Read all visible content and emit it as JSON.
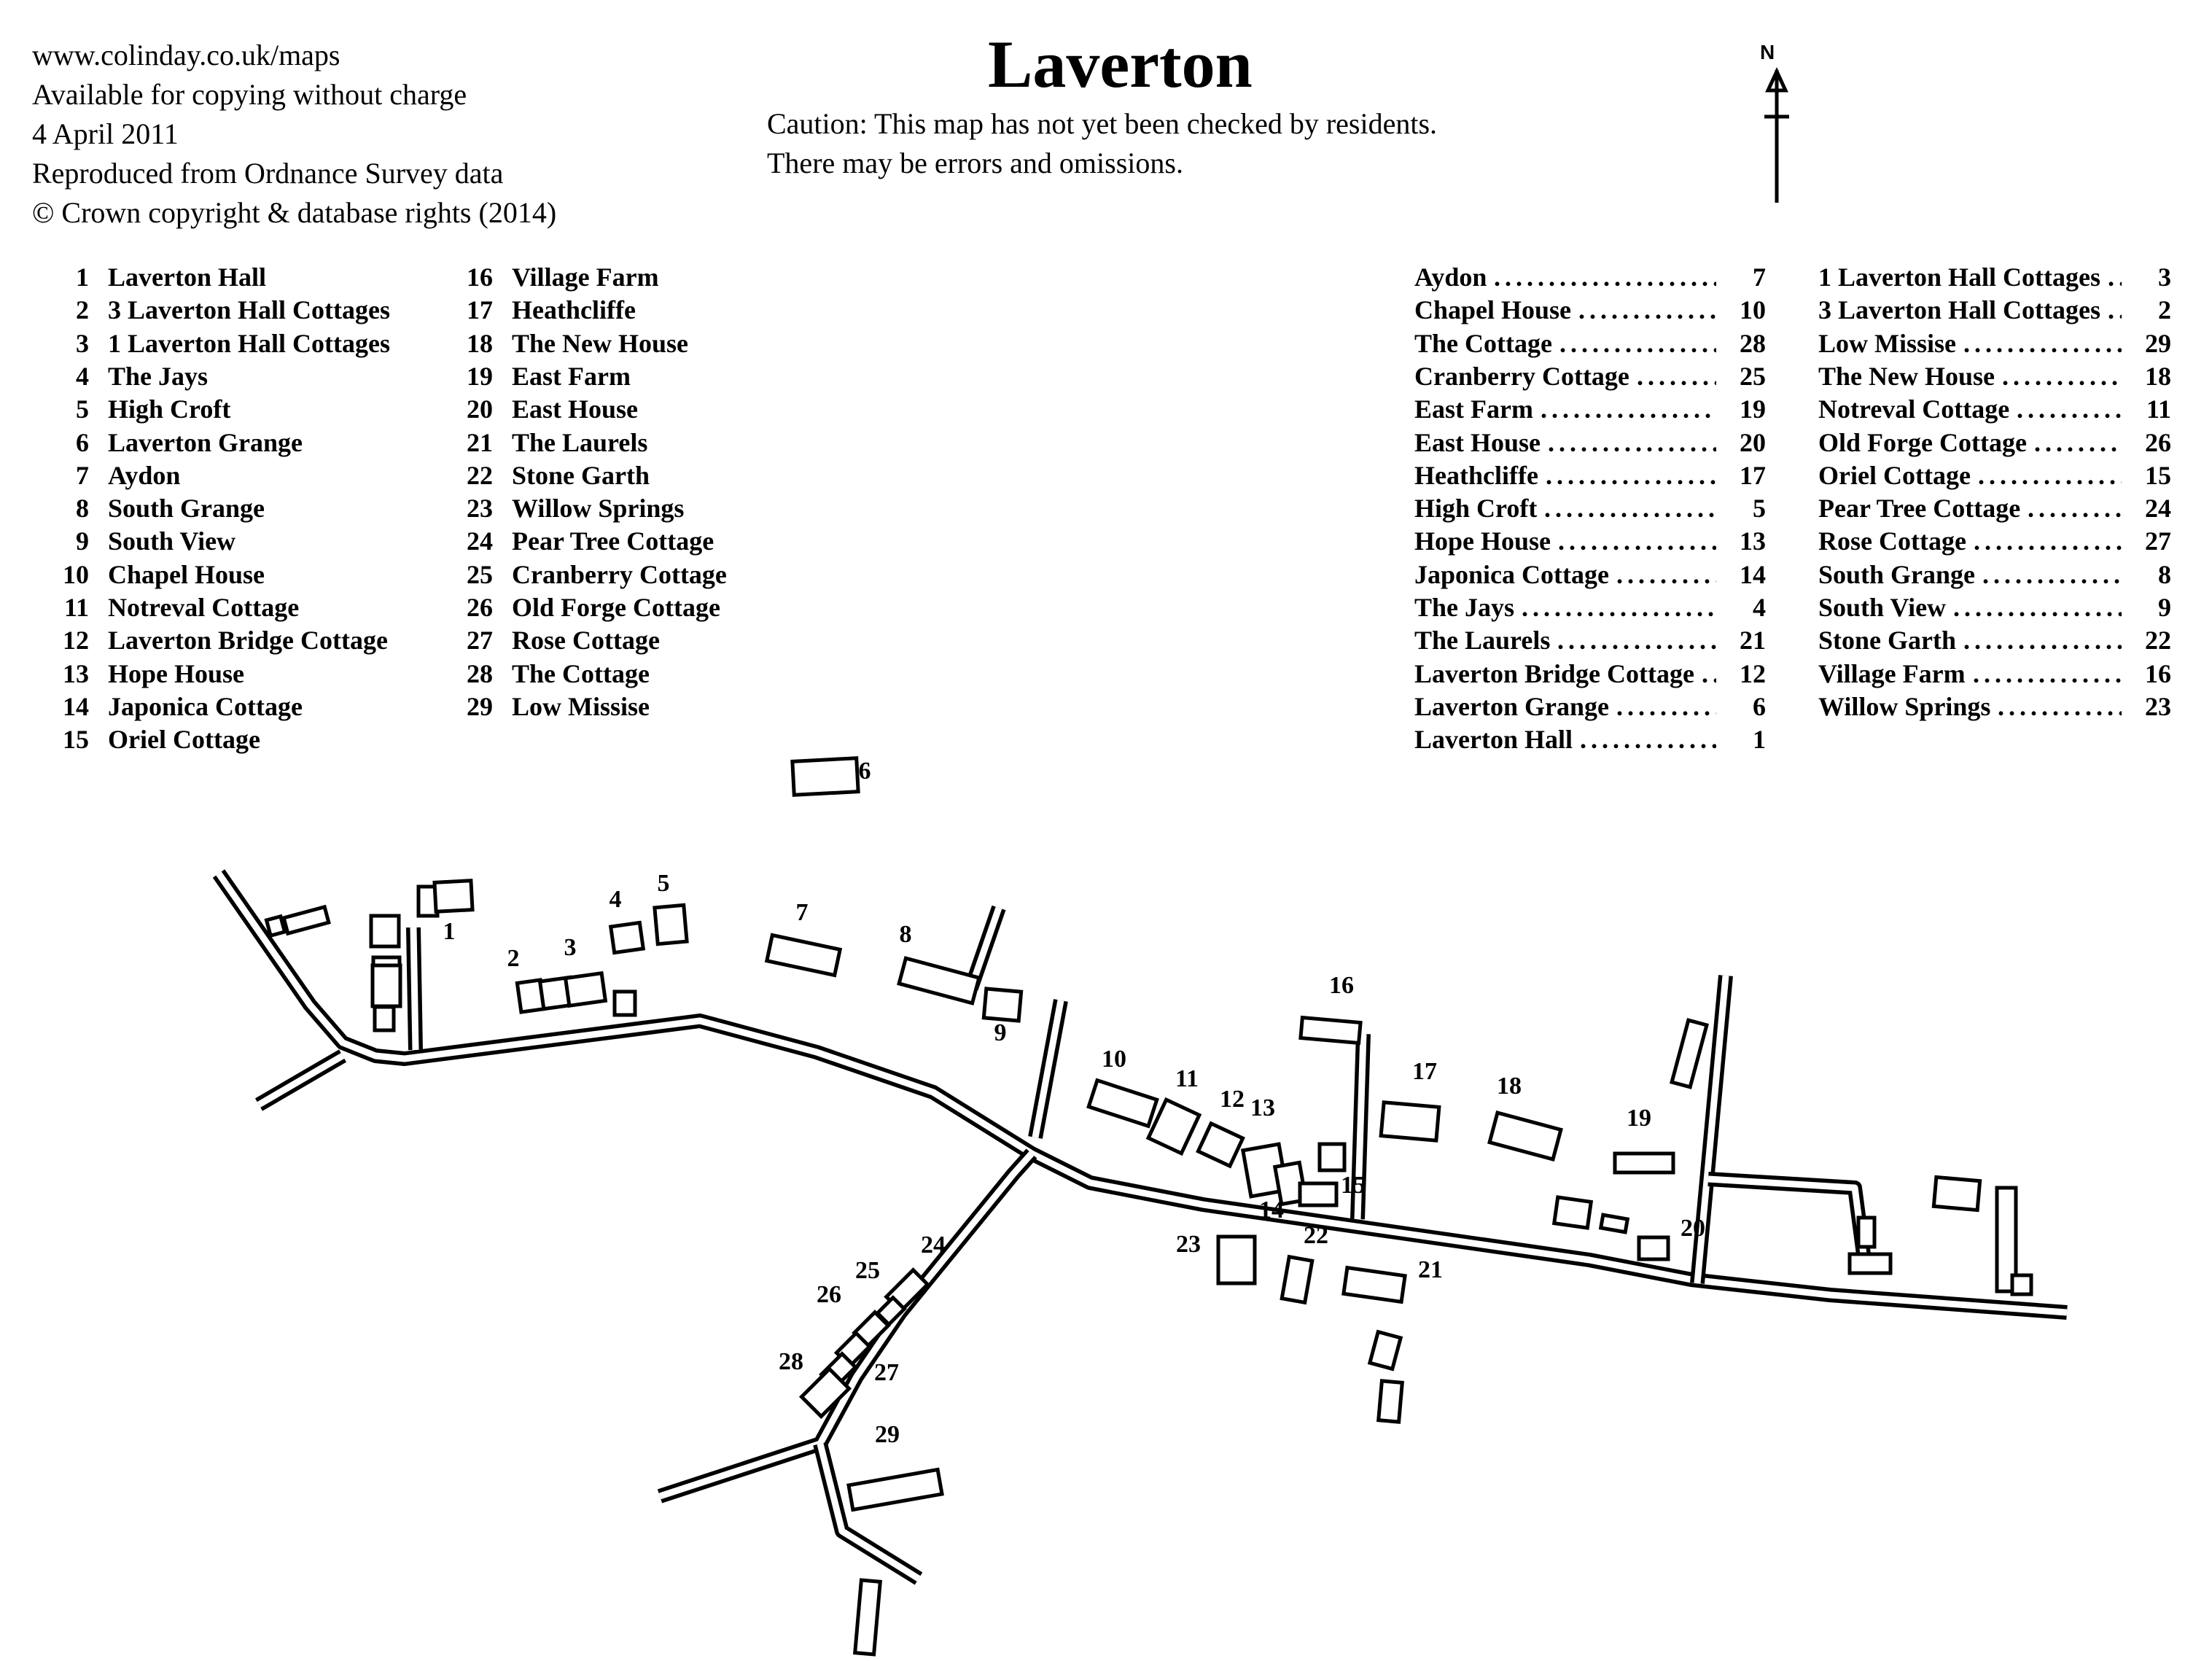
{
  "header": {
    "info_lines": [
      "www.colinday.co.uk/maps",
      "Available for copying without charge",
      "4 April 2011",
      "Reproduced from Ordnance Survey data",
      "© Crown copyright & database rights (2014)"
    ],
    "title": "Laverton",
    "caution_lines": [
      "Caution: This map has not yet been checked by residents.",
      "There may be errors and omissions."
    ],
    "north_label": "N"
  },
  "legend_numbered": [
    {
      "num": "1",
      "name": "Laverton Hall"
    },
    {
      "num": "2",
      "name": "3 Laverton Hall Cottages"
    },
    {
      "num": "3",
      "name": "1 Laverton Hall Cottages"
    },
    {
      "num": "4",
      "name": "The Jays"
    },
    {
      "num": "5",
      "name": "High Croft"
    },
    {
      "num": "6",
      "name": "Laverton Grange"
    },
    {
      "num": "7",
      "name": "Aydon"
    },
    {
      "num": "8",
      "name": "South Grange"
    },
    {
      "num": "9",
      "name": "South View"
    },
    {
      "num": "10",
      "name": "Chapel House"
    },
    {
      "num": "11",
      "name": "Notreval Cottage"
    },
    {
      "num": "12",
      "name": "Laverton Bridge Cottage"
    },
    {
      "num": "13",
      "name": "Hope House"
    },
    {
      "num": "14",
      "name": "Japonica Cottage"
    },
    {
      "num": "15",
      "name": "Oriel Cottage"
    },
    {
      "num": "16",
      "name": "Village Farm"
    },
    {
      "num": "17",
      "name": "Heathcliffe"
    },
    {
      "num": "18",
      "name": "The New House"
    },
    {
      "num": "19",
      "name": "East Farm"
    },
    {
      "num": "20",
      "name": "East House"
    },
    {
      "num": "21",
      "name": "The Laurels"
    },
    {
      "num": "22",
      "name": "Stone Garth"
    },
    {
      "num": "23",
      "name": "Willow Springs"
    },
    {
      "num": "24",
      "name": "Pear Tree Cottage"
    },
    {
      "num": "25",
      "name": "Cranberry Cottage"
    },
    {
      "num": "26",
      "name": "Old Forge Cottage"
    },
    {
      "num": "27",
      "name": "Rose Cottage"
    },
    {
      "num": "28",
      "name": "The Cottage"
    },
    {
      "num": "29",
      "name": "Low Missise"
    }
  ],
  "legend_index": [
    {
      "name": "Aydon",
      "num": "7"
    },
    {
      "name": "Chapel House",
      "num": "10"
    },
    {
      "name": "The Cottage",
      "num": "28"
    },
    {
      "name": "Cranberry Cottage",
      "num": "25"
    },
    {
      "name": "East Farm",
      "num": "19"
    },
    {
      "name": "East House",
      "num": "20"
    },
    {
      "name": "Heathcliffe",
      "num": "17"
    },
    {
      "name": "High Croft",
      "num": "5"
    },
    {
      "name": "Hope House",
      "num": "13"
    },
    {
      "name": "Japonica Cottage",
      "num": "14"
    },
    {
      "name": "The Jays",
      "num": "4"
    },
    {
      "name": "The Laurels",
      "num": "21"
    },
    {
      "name": "Laverton Bridge Cottage",
      "num": "12"
    },
    {
      "name": "Laverton Grange",
      "num": "6"
    },
    {
      "name": "Laverton Hall",
      "num": "1"
    },
    {
      "name": "1 Laverton Hall Cottages",
      "num": "3"
    },
    {
      "name": "3 Laverton Hall Cottages",
      "num": "2"
    },
    {
      "name": "Low Missise",
      "num": "29"
    },
    {
      "name": "The New House",
      "num": "18"
    },
    {
      "name": "Notreval Cottage",
      "num": "11"
    },
    {
      "name": "Old Forge Cottage",
      "num": "26"
    },
    {
      "name": "Oriel Cottage",
      "num": "15"
    },
    {
      "name": "Pear Tree Cottage",
      "num": "24"
    },
    {
      "name": "Rose Cottage",
      "num": "27"
    },
    {
      "name": "South Grange",
      "num": "8"
    },
    {
      "name": "South View",
      "num": "9"
    },
    {
      "name": "Stone Garth",
      "num": "22"
    },
    {
      "name": "Village Farm",
      "num": "16"
    },
    {
      "name": "Willow Springs",
      "num": "23"
    }
  ],
  "map_labels": [
    "1",
    "2",
    "3",
    "4",
    "5",
    "6",
    "7",
    "8",
    "9",
    "10",
    "11",
    "12",
    "13",
    "14",
    "15",
    "16",
    "17",
    "18",
    "19",
    "20",
    "21",
    "22",
    "23",
    "24",
    "25",
    "26",
    "27",
    "28",
    "29"
  ]
}
